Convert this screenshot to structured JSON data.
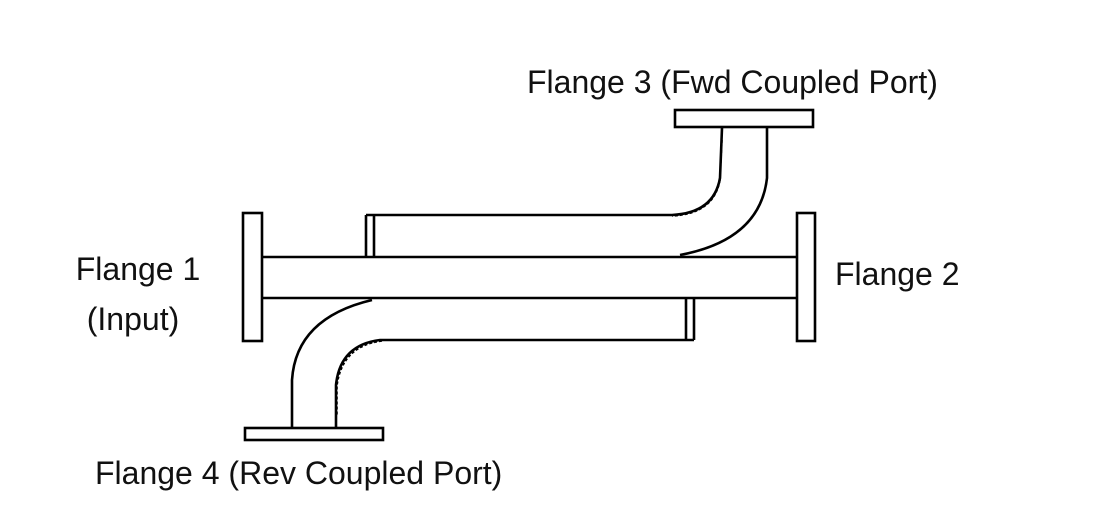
{
  "labels": {
    "flange1_line1": "Flange 1",
    "flange1_line2": "(Input)",
    "flange2": "Flange 2",
    "flange3": "Flange 3 (Fwd Coupled Port)",
    "flange4": "Flange 4 (Rev Coupled Port)"
  },
  "colors": {
    "line": "#000000",
    "background": "#ffffff"
  }
}
